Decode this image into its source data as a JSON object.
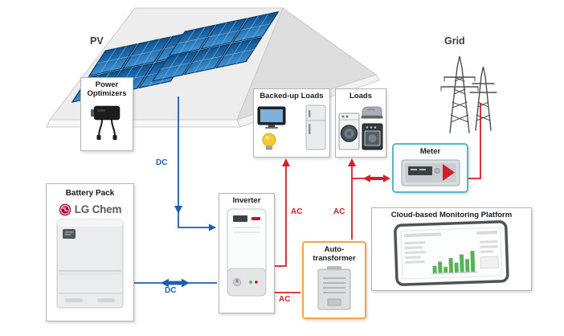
{
  "labels": {
    "pv": "PV",
    "grid": "Grid"
  },
  "boxes": {
    "power_optimizers": {
      "title": "Power Optimizers"
    },
    "backed_up_loads": {
      "title": "Backed-up Loads"
    },
    "loads": {
      "title": "Loads"
    },
    "meter": {
      "title": "Meter"
    },
    "battery_pack": {
      "title": "Battery Pack",
      "brand": "LG Chem"
    },
    "inverter": {
      "title": "Inverter"
    },
    "auto_transformer": {
      "title": "Auto-transformer"
    },
    "cloud_platform": {
      "title": "Cloud-based Monitoring Platform"
    }
  },
  "line_labels": {
    "dc_pv_inverter": "DC",
    "dc_battery_inverter": "DC",
    "ac_inverter_backup": "AC",
    "ac_transformer_loads": "AC",
    "ac_inverter_transformer": "AC"
  },
  "colors": {
    "dc_blue": "#1d5fae",
    "ac_red": "#d1202a",
    "meter_border": "#57b7c9",
    "auto_border": "#f2a540",
    "lg_red": "#a50034",
    "chart_green": "#57b358",
    "panel_light": "#3f93d2",
    "panel_dark": "#0d4f8e"
  }
}
